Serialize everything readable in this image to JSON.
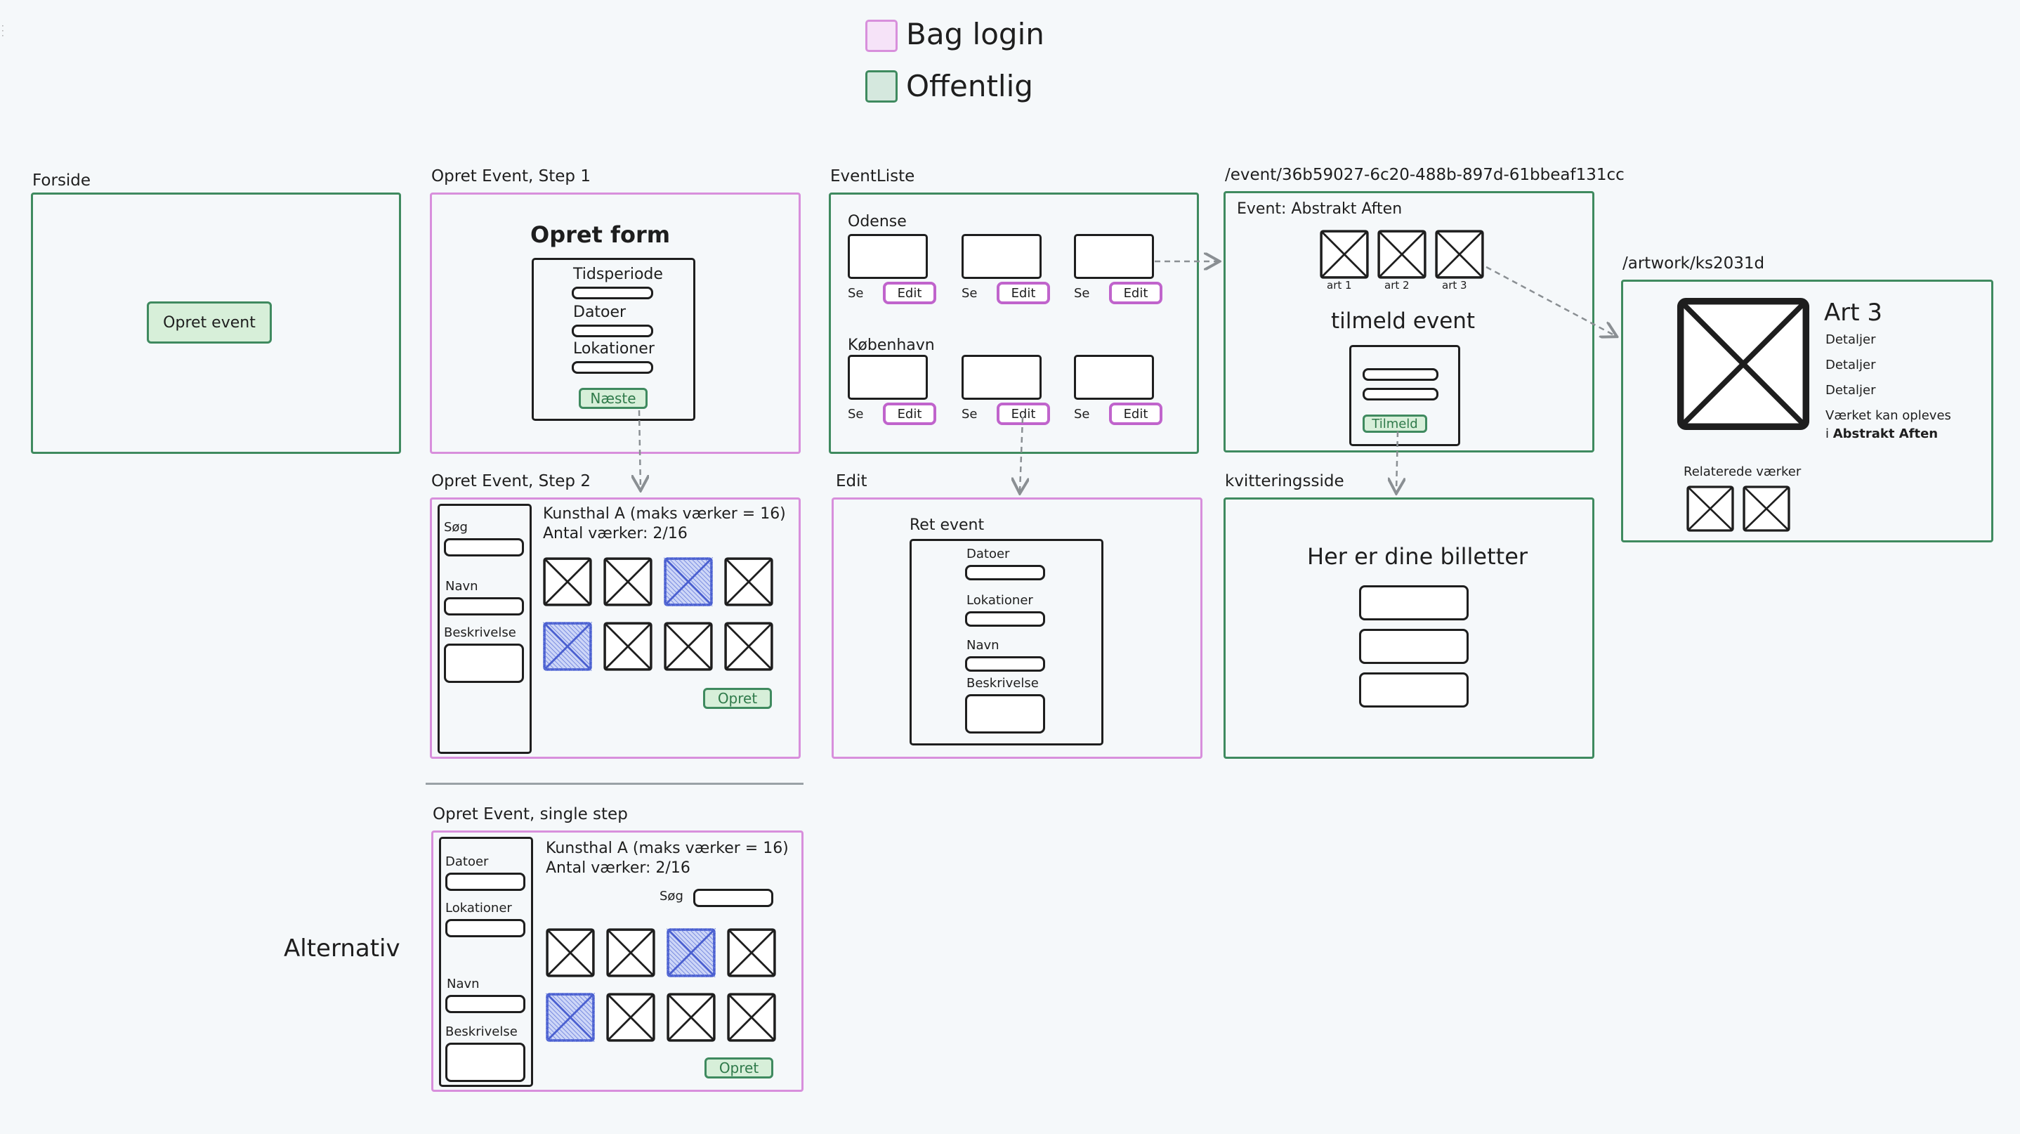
{
  "legend": {
    "items": [
      {
        "label": "Bag login",
        "color": "#f6e3f8",
        "border": "#d88fdc"
      },
      {
        "label": "Offentlig",
        "color": "#d5e8de",
        "border": "#3f8a5f"
      }
    ]
  },
  "frames": {
    "forside": {
      "title": "Forside",
      "button": "Opret event"
    },
    "step1": {
      "title": "Opret Event, Step 1",
      "heading": "Opret form",
      "fields": [
        "Tidsperiode",
        "Datoer",
        "Lokationer"
      ],
      "button": "Næste"
    },
    "step2": {
      "title": "Opret Event, Step 2",
      "fields": [
        "Søg",
        "Navn",
        "Beskrivelse"
      ],
      "kunsthal": "Kunsthal A (maks værker = 16)",
      "count": "Antal værker: 2/16",
      "button": "Opret"
    },
    "eventliste": {
      "title": "EventListe",
      "groups": [
        "Odense",
        "København"
      ],
      "se": "Se",
      "edit": "Edit"
    },
    "event": {
      "title": "/event/36b59027-6c20-488b-897d-61bbeaf131cc",
      "name": "Event: Abstrakt Aften",
      "arts": [
        "art 1",
        "art 2",
        "art 3"
      ],
      "heading": "tilmeld event",
      "button": "Tilmeld"
    },
    "artwork": {
      "title": "/artwork/ks2031d",
      "heading": "Art 3",
      "details": [
        "Detaljer",
        "Detaljer",
        "Detaljer"
      ],
      "note_line1": "Værket kan opleves",
      "note_line2_prefix": "i ",
      "note_line2_bold": "Abstrakt Aften",
      "related": "Relaterede værker"
    },
    "edit": {
      "title": "Edit",
      "heading": "Ret event",
      "fields": [
        "Datoer",
        "Lokationer",
        "Navn",
        "Beskrivelse"
      ]
    },
    "kvittering": {
      "title": "kvitteringsside",
      "heading": "Her er dine billetter"
    },
    "single": {
      "title": "Opret Event, single step",
      "fields": [
        "Datoer",
        "Lokationer",
        "Navn",
        "Beskrivelse"
      ],
      "kunsthal": "Kunsthal A (maks værker = 16)",
      "count": "Antal værker: 2/16",
      "search": "Søg",
      "button": "Opret"
    }
  },
  "alternativ": "Alternativ",
  "colors": {
    "pink": "#d88fdc",
    "green": "#3f8a5f",
    "selected": "#4a5fd0"
  }
}
